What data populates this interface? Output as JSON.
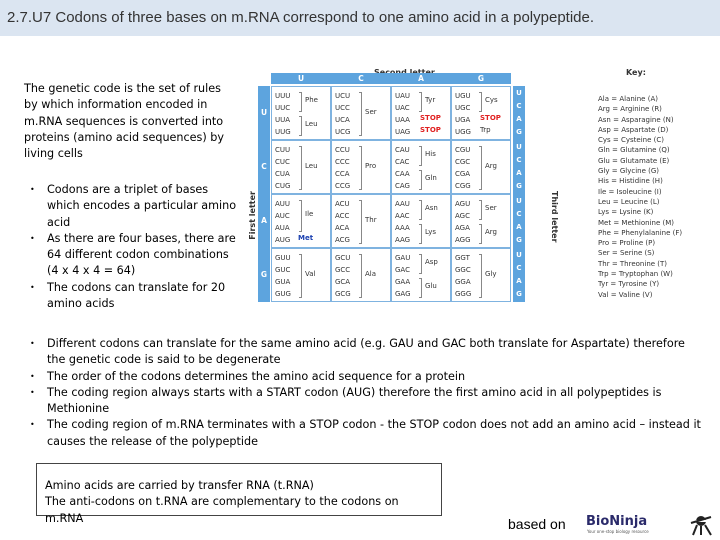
{
  "title": "2.7.U7 Codons of three bases on m.RNA correspond to one amino acid in a polypeptide.",
  "intro": "The genetic code is the set of rules by which information encoded in m.RNA sequences is converted into proteins (amino acid sequences) by living cells",
  "bullets_1": [
    "Codons are a triplet of bases which encodes a particular amino acid",
    "As there are four bases, there are 64 different codon combinations (4 x 4 x 4 = 64)",
    "The codons can translate for 20 amino acids"
  ],
  "bullets_2": [
    "Different codons can translate for the same amino acid (e.g. GAU and GAC both translate for Aspartate) therefore the genetic code is said to be degenerate",
    "The order of the codons determines the amino acid sequence for a protein",
    "The coding region always starts with a START codon (AUG) therefore the first amino acid in all polypeptides is Methionine",
    "The coding region of m.RNA terminates with a STOP codon - the STOP codon does not add an amino acid – instead it causes the release of the polypeptide"
  ],
  "note": [
    "Amino acids are carried by transfer RNA (t.RNA)",
    "The anti-codons on t.RNA are complementary to the codons on m.RNA"
  ],
  "credit": "based on",
  "logo": {
    "name": "BioNinja",
    "tagline": "Your one-stop biology resource"
  },
  "codon_chart": {
    "second_letter_label": "Second letter",
    "first_letter_label": "First letter",
    "third_letter_label": "Third letter",
    "key_title": "Key:",
    "bases": [
      "U",
      "C",
      "A",
      "G"
    ],
    "third_bases": [
      "U",
      "C",
      "A",
      "G"
    ],
    "rows": [
      [
        {
          "codons": "UUU\nUUC\nUUA\nUUG",
          "groups": [
            {
              "aa": "Phe",
              "rows": 2
            },
            {
              "aa": "Leu",
              "rows": 2
            }
          ]
        },
        {
          "codons": "UCU\nUCC\nUCA\nUCG",
          "groups": [
            {
              "aa": "Ser",
              "rows": 4
            }
          ]
        },
        {
          "codons": "UAU\nUAC\nUAA\nUAG",
          "groups": [
            {
              "aa": "Tyr",
              "rows": 2
            },
            {
              "aa": "STOP",
              "rows": 1,
              "stop": true
            },
            {
              "aa": "STOP",
              "rows": 1,
              "stop": true
            }
          ]
        },
        {
          "codons": "UGU\nUGC\nUGA\nUGG",
          "groups": [
            {
              "aa": "Cys",
              "rows": 2
            },
            {
              "aa": "STOP",
              "rows": 1,
              "stop": true
            },
            {
              "aa": "Trp",
              "rows": 1
            }
          ]
        }
      ],
      [
        {
          "codons": "CUU\nCUC\nCUA\nCUG",
          "groups": [
            {
              "aa": "Leu",
              "rows": 4
            }
          ]
        },
        {
          "codons": "CCU\nCCC\nCCA\nCCG",
          "groups": [
            {
              "aa": "Pro",
              "rows": 4
            }
          ]
        },
        {
          "codons": "CAU\nCAC\nCAA\nCAG",
          "groups": [
            {
              "aa": "His",
              "rows": 2
            },
            {
              "aa": "Gln",
              "rows": 2
            }
          ]
        },
        {
          "codons": "CGU\nCGC\nCGA\nCGG",
          "groups": [
            {
              "aa": "Arg",
              "rows": 4
            }
          ]
        }
      ],
      [
        {
          "codons": "AUU\nAUC\nAUA\nAUG",
          "groups": [
            {
              "aa": "Ile",
              "rows": 3
            }
          ],
          "met": "Met"
        },
        {
          "codons": "ACU\nACC\nACA\nACG",
          "groups": [
            {
              "aa": "Thr",
              "rows": 4
            }
          ]
        },
        {
          "codons": "AAU\nAAC\nAAA\nAAG",
          "groups": [
            {
              "aa": "Asn",
              "rows": 2
            },
            {
              "aa": "Lys",
              "rows": 2
            }
          ]
        },
        {
          "codons": "AGU\nAGC\nAGA\nAGG",
          "groups": [
            {
              "aa": "Ser",
              "rows": 2
            },
            {
              "aa": "Arg",
              "rows": 2
            }
          ]
        }
      ],
      [
        {
          "codons": "GUU\nGUC\nGUA\nGUG",
          "groups": [
            {
              "aa": "Val",
              "rows": 4
            }
          ]
        },
        {
          "codons": "GCU\nGCC\nGCA\nGCG",
          "groups": [
            {
              "aa": "Ala",
              "rows": 4
            }
          ]
        },
        {
          "codons": "GAU\nGAC\nGAA\nGAG",
          "groups": [
            {
              "aa": "Asp",
              "rows": 2
            },
            {
              "aa": "Glu",
              "rows": 2
            }
          ]
        },
        {
          "codons": "GGT\nGGC\nGGA\nGGG",
          "groups": [
            {
              "aa": "Gly",
              "rows": 4
            }
          ]
        }
      ]
    ],
    "key": [
      "Ala = Alanine (A)",
      "Arg = Arginine (R)",
      "Asn = Asparagine (N)",
      "Asp = Aspartate (D)",
      "Cys = Cysteine (C)",
      "Gln = Glutamine (Q)",
      "Glu = Glutamate (E)",
      "Gly = Glycine (G)",
      "His = Histidine (H)",
      "Ile = Isoleucine (I)",
      "Leu = Leucine (L)",
      "Lys = Lysine (K)",
      "Met = Methionine (M)",
      "Phe = Phenylalanine (F)",
      "Pro = Proline (P)",
      "Ser = Serine (S)",
      "Thr = Threonine (T)",
      "Trp = Tryptophan (W)",
      "Tyr = Tyrosine (Y)",
      "Val = Valine (V)"
    ],
    "colors": {
      "header_blue": "#5da4de",
      "stop_red": "#e02020",
      "met_blue": "#1a3fb0"
    }
  }
}
